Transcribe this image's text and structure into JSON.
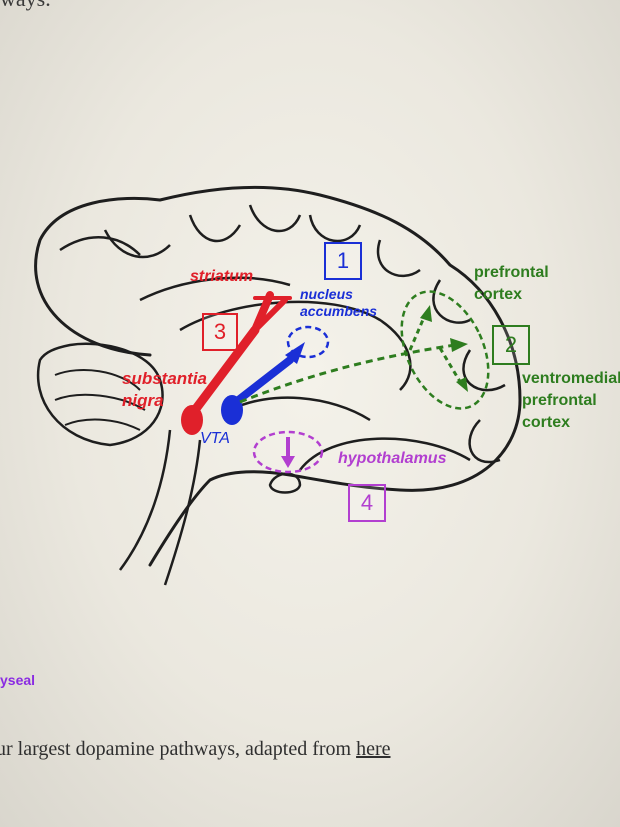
{
  "page": {
    "top_text": "ways.",
    "side_text": "yseal",
    "caption_prefix": "ur largest dopamine pathways, adapted from ",
    "caption_link": "here"
  },
  "diagram": {
    "labels": {
      "striatum": "striatum",
      "nucleus": "nucleus",
      "accumbens": "accumbens",
      "substantia": "substantia",
      "nigra": "nigra",
      "vta": "VTA",
      "hypothalamus": "hypothalamus",
      "prefrontal": "prefrontal",
      "cortex": "cortex",
      "ventromedial": "ventromedial",
      "prefrontal2": "prefrontal",
      "cortex2": "cortex"
    },
    "boxes": {
      "one": "1",
      "two": "2",
      "three": "3",
      "four": "4"
    },
    "colors": {
      "mesolimbic": "#1a2fd6",
      "nigrostriatal": "#e0202a",
      "mesocortical": "#2e7d1f",
      "tuberoinfundibular": "#b23fd0",
      "outline": "#1e1e1e"
    }
  }
}
